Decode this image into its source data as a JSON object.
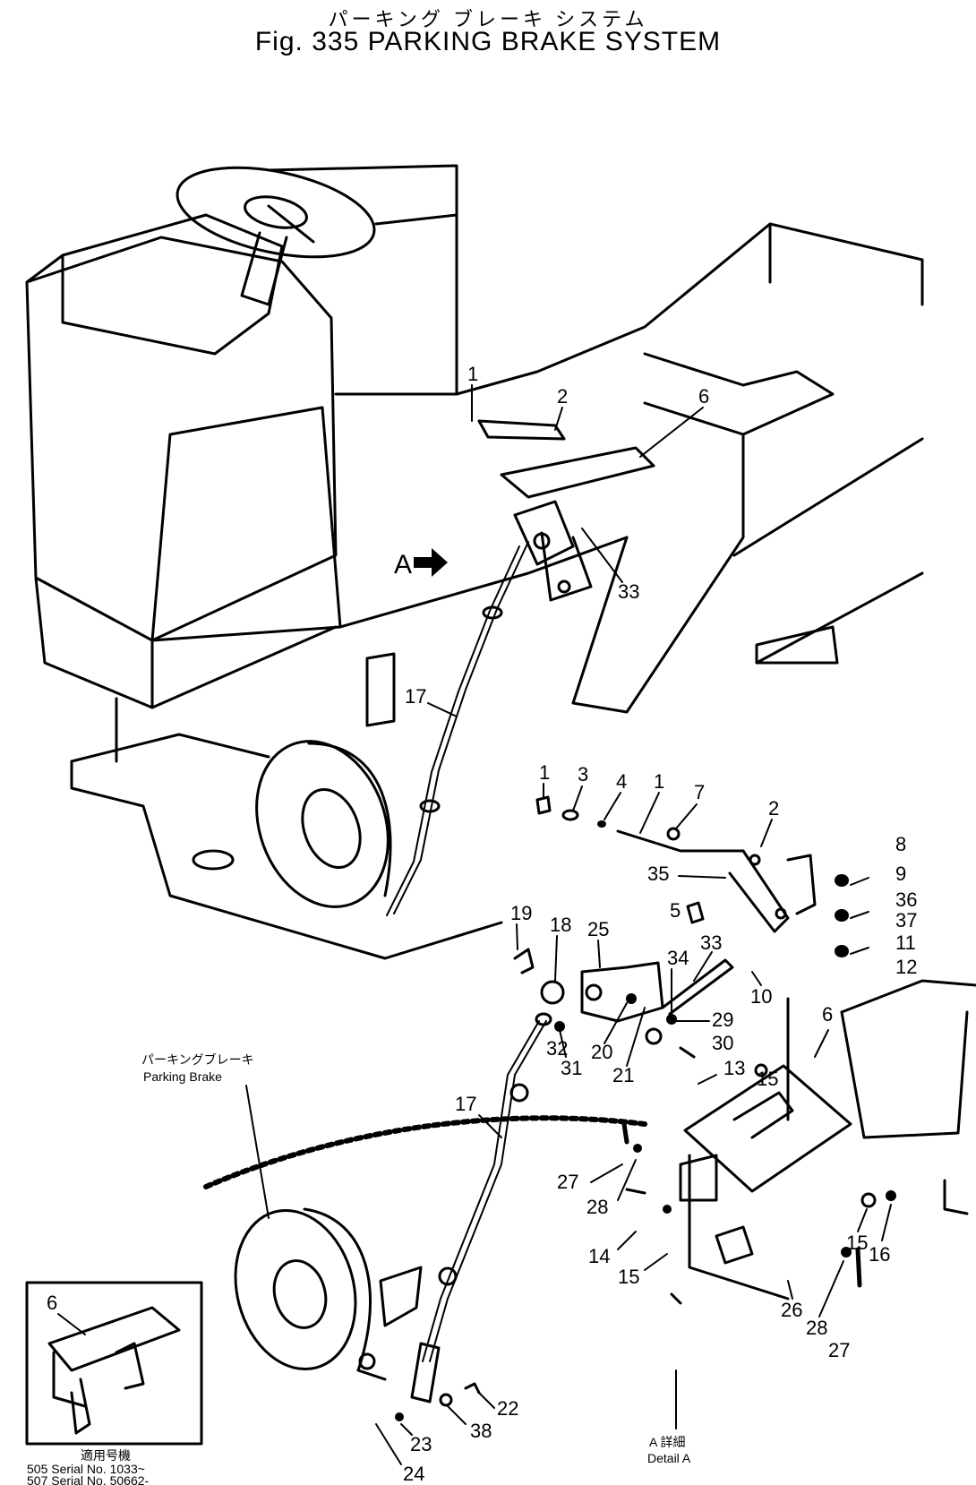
{
  "header": {
    "title_jp": "パーキング ブレーキ システム",
    "title": "Fig. 335 PARKING BRAKE SYSTEM"
  },
  "callouts": {
    "c1a": "1",
    "c2a": "2",
    "c6a": "6",
    "c33a": "33",
    "c17a": "17",
    "detail_arrow": "A",
    "c1b": "1",
    "c3": "3",
    "c4": "4",
    "c1c": "1",
    "c7": "7",
    "c2b": "2",
    "c8": "8",
    "c9": "9",
    "c35": "35",
    "c36": "36",
    "c37": "37",
    "c5": "5",
    "c33b": "33",
    "c11": "11",
    "c12": "12",
    "c19": "19",
    "c18": "18",
    "c25": "25",
    "c34": "34",
    "c10": "10",
    "c29": "29",
    "c32": "32",
    "c20": "20",
    "c30": "30",
    "c31": "31",
    "c21": "21",
    "c13": "13",
    "c15a": "15",
    "c6b": "6",
    "c17b": "17",
    "c27a": "27",
    "c28a": "28",
    "c14": "14",
    "c15b": "15",
    "c15c": "15",
    "c16": "16",
    "c26": "26",
    "c28b": "28",
    "c27b": "27",
    "c22": "22",
    "c38": "38",
    "c23": "23",
    "c24": "24",
    "c6c": "6"
  },
  "captions": {
    "parking_brake_jp": "パーキングブレーキ",
    "parking_brake": "Parking Brake",
    "serial_jp": "適用号機",
    "serial_1": "505 Serial No. 1033~",
    "serial_2": "507 Serial No. 50662-",
    "detail_jp": "A 詳細",
    "detail": "Detail A"
  }
}
